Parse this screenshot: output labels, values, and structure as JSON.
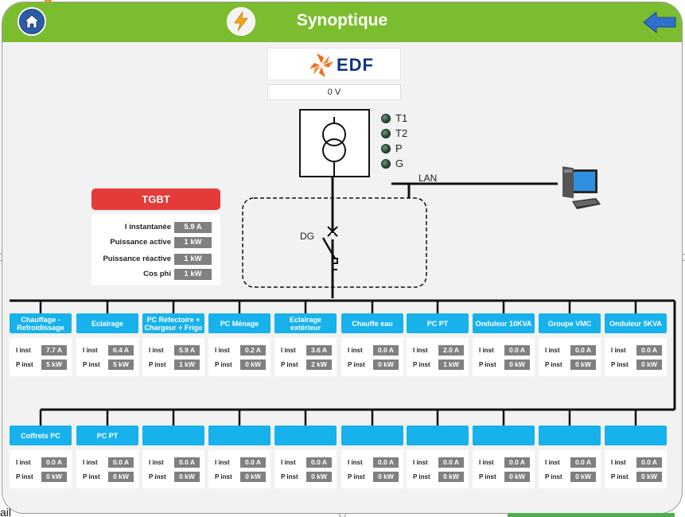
{
  "header": {
    "title": "Synoptique",
    "home_icon": "home-icon",
    "energy_icon": "lightning-icon",
    "back_icon": "back-arrow-icon",
    "colors": {
      "header": "#7cbd2f",
      "accent_blue": "#17b1ec",
      "alarm_red": "#e53a3a"
    }
  },
  "supply": {
    "logo_text": "EDF",
    "voltage": "0 V"
  },
  "indicators": [
    "T1",
    "T2",
    "P",
    "G"
  ],
  "network": {
    "lan_label": "LAN",
    "breaker_label": "DG"
  },
  "tgbt": {
    "title": "TGBT",
    "rows": [
      {
        "label": "I instantanée",
        "value": "5.9 A"
      },
      {
        "label": "Puissance active",
        "value": "1 kW"
      },
      {
        "label": "Puissance réactive",
        "value": "1 kW"
      },
      {
        "label": "Cos phi",
        "value": "1 kW"
      }
    ]
  },
  "labels": {
    "i_inst": "I inst",
    "p_inst": "P inst"
  },
  "circuits_row1": [
    {
      "name": "Chauffage - Refroidissage",
      "i": "7.7 A",
      "p": "5 kW"
    },
    {
      "name": "Eclairage",
      "i": "6.4 A",
      "p": "5 kW"
    },
    {
      "name": "PC Réfectoire + Chargeur + Frigo",
      "i": "5.9 A",
      "p": "1 kW"
    },
    {
      "name": "PC Ménage",
      "i": "0.2 A",
      "p": "0 kW"
    },
    {
      "name": "Eclairage extérieur",
      "i": "3.6 A",
      "p": "2 kW"
    },
    {
      "name": "Chauffe eau",
      "i": "0.0 A",
      "p": "0 kW"
    },
    {
      "name": "PC PT",
      "i": "2.0 A",
      "p": "1 kW"
    },
    {
      "name": "Onduleur 10KVA",
      "i": "0.0 A",
      "p": "0 kW"
    },
    {
      "name": "Groupe VMC",
      "i": "0.0 A",
      "p": "0 kW"
    },
    {
      "name": "Onduleur 5KVA",
      "i": "0.0 A",
      "p": "0 kW"
    }
  ],
  "circuits_row2": [
    {
      "name": "Coffrets PC",
      "i": "0.0 A",
      "p": "0 kW"
    },
    {
      "name": "PC PT",
      "i": "0.0 A",
      "p": "0 kW"
    },
    {
      "name": "",
      "i": "0.0 A",
      "p": "0 kW"
    },
    {
      "name": "",
      "i": "0.0 A",
      "p": "0 kW"
    },
    {
      "name": "",
      "i": "0.0 A",
      "p": "0 kW"
    },
    {
      "name": "",
      "i": "0.0 A",
      "p": "0 kW"
    },
    {
      "name": "",
      "i": "0.0 A",
      "p": "0 kW"
    },
    {
      "name": "",
      "i": "0.0 A",
      "p": "0 kW"
    },
    {
      "name": "",
      "i": "0.0 A",
      "p": "0 kW"
    },
    {
      "name": "",
      "i": "0.0 A",
      "p": "0 kW"
    }
  ],
  "footer_fragment": "ail"
}
